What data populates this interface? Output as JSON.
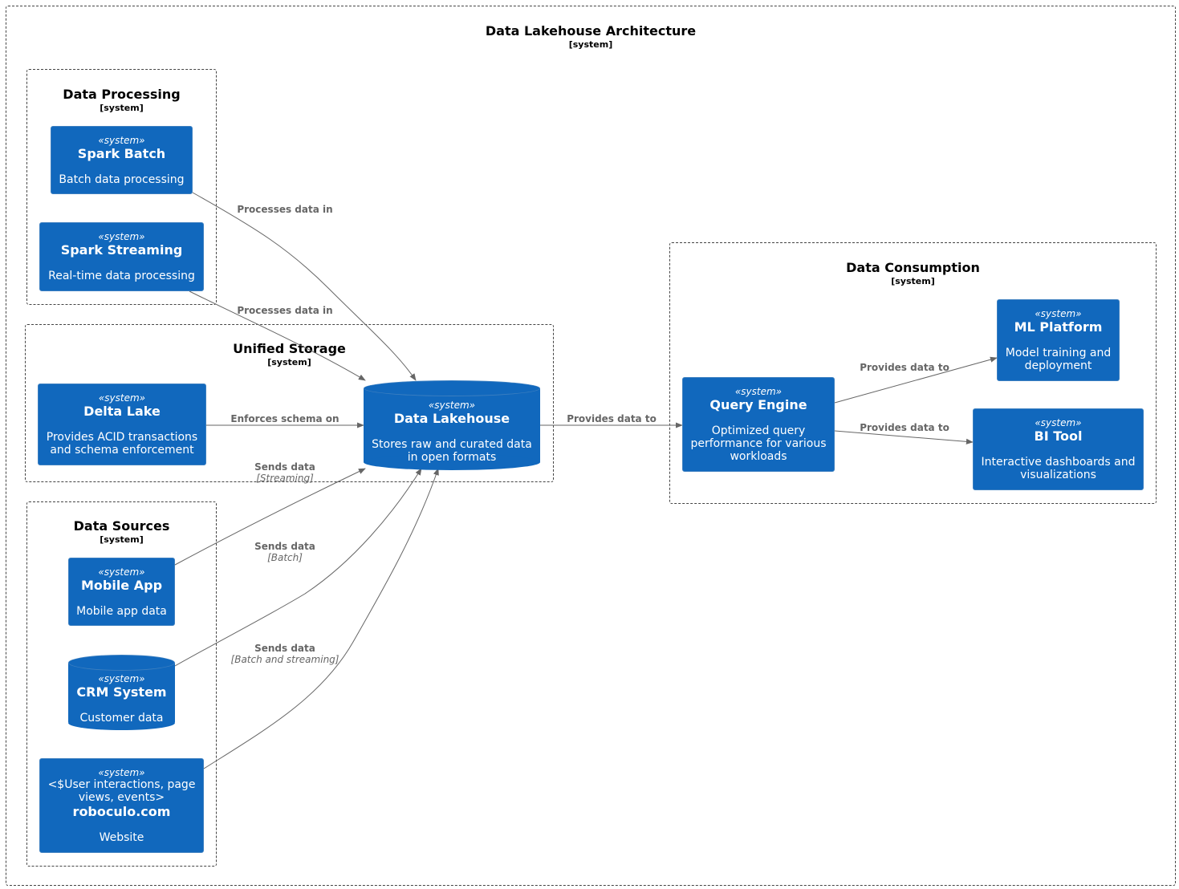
{
  "diagram": {
    "title": "Data Lakehouse Architecture",
    "title_tag": "[system]"
  },
  "colors": {
    "node_fill": "#1168bd",
    "edge": "#666666"
  },
  "boundaries": {
    "processing": {
      "title": "Data Processing",
      "tag": "[system]"
    },
    "storage": {
      "title": "Unified Storage",
      "tag": "[system]"
    },
    "sources": {
      "title": "Data Sources",
      "tag": "[system]"
    },
    "consumption": {
      "title": "Data Consumption",
      "tag": "[system]"
    }
  },
  "nodes": {
    "spark_batch": {
      "stereotype": "«system»",
      "title": "Spark Batch",
      "desc": "Batch data processing"
    },
    "spark_streaming": {
      "stereotype": "«system»",
      "title": "Spark Streaming",
      "desc": "Real-time data processing"
    },
    "delta_lake": {
      "stereotype": "«system»",
      "title": "Delta Lake",
      "desc": "Provides ACID transactions and schema enforcement"
    },
    "data_lakehouse": {
      "stereotype": "«system»",
      "title": "Data Lakehouse",
      "desc": "Stores raw and curated data in open formats"
    },
    "mobile_app": {
      "stereotype": "«system»",
      "title": "Mobile App",
      "desc": "Mobile app data"
    },
    "crm_system": {
      "stereotype": "«system»",
      "title": "CRM System",
      "desc": "Customer data"
    },
    "website": {
      "stereotype": "«system»",
      "tech": "<$User interactions, page views, events>",
      "title": "roboculo.com",
      "desc": "Website"
    },
    "query_engine": {
      "stereotype": "«system»",
      "title": "Query Engine",
      "desc": "Optimized query performance for various workloads"
    },
    "ml_platform": {
      "stereotype": "«system»",
      "title": "ML Platform",
      "desc": "Model training and deployment"
    },
    "bi_tool": {
      "stereotype": "«system»",
      "title": "BI Tool",
      "desc": "Interactive dashboards and visualizations"
    }
  },
  "edges": {
    "batch_to_lake": {
      "label": "Processes data in",
      "tech": ""
    },
    "stream_to_lake": {
      "label": "Processes data in",
      "tech": ""
    },
    "delta_to_lake": {
      "label": "Enforces schema on",
      "tech": ""
    },
    "mobile_to_lake": {
      "label": "Sends data",
      "tech": "[Streaming]"
    },
    "crm_to_lake": {
      "label": "Sends data",
      "tech": "[Batch]"
    },
    "web_to_lake": {
      "label": "Sends data",
      "tech": "[Batch and streaming]"
    },
    "lake_to_query": {
      "label": "Provides data to",
      "tech": ""
    },
    "query_to_ml": {
      "label": "Provides data to",
      "tech": ""
    },
    "query_to_bi": {
      "label": "Provides data to",
      "tech": ""
    }
  }
}
